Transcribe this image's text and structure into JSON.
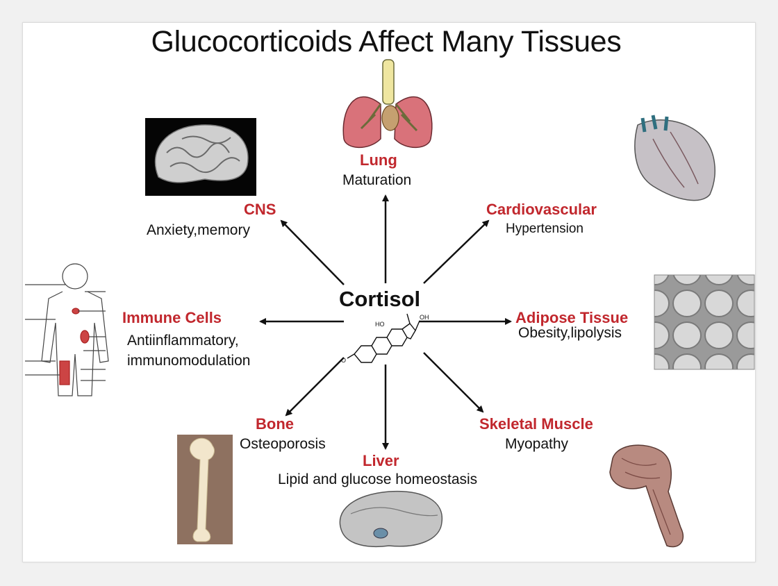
{
  "title": "Glucocorticoids Affect Many Tissues",
  "center": "Cortisol",
  "tissues": [
    {
      "id": "lung",
      "organ": "Lung",
      "effect": "Maturation"
    },
    {
      "id": "cns",
      "organ": "CNS",
      "effect": "Anxiety,memory"
    },
    {
      "id": "cardio",
      "organ": "Cardiovascular",
      "effect": "Hypertension"
    },
    {
      "id": "immune",
      "organ": "Immune Cells",
      "effect_lines": [
        "Antiinflammatory,",
        "immunomodulation"
      ]
    },
    {
      "id": "adipose",
      "organ": "Adipose Tissue",
      "effect": "Obesity,lipolysis"
    },
    {
      "id": "bone",
      "organ": "Bone",
      "effect": "Osteoporosis"
    },
    {
      "id": "muscle",
      "organ": "Skeletal Muscle",
      "effect": "Myopathy"
    },
    {
      "id": "liver",
      "organ": "Liver",
      "effect": "Lipid and glucose homeostasis"
    }
  ],
  "colors": {
    "organ_label": "#c1272d",
    "text": "#111111",
    "arrow": "#111111"
  },
  "images": [
    "lung-illustration",
    "brain-photo",
    "heart-illustration",
    "lymphatic-system-diagram",
    "adipose-micrograph",
    "femur-photo",
    "liver-illustration",
    "arm-muscle-illustration",
    "cortisol-molecule"
  ]
}
